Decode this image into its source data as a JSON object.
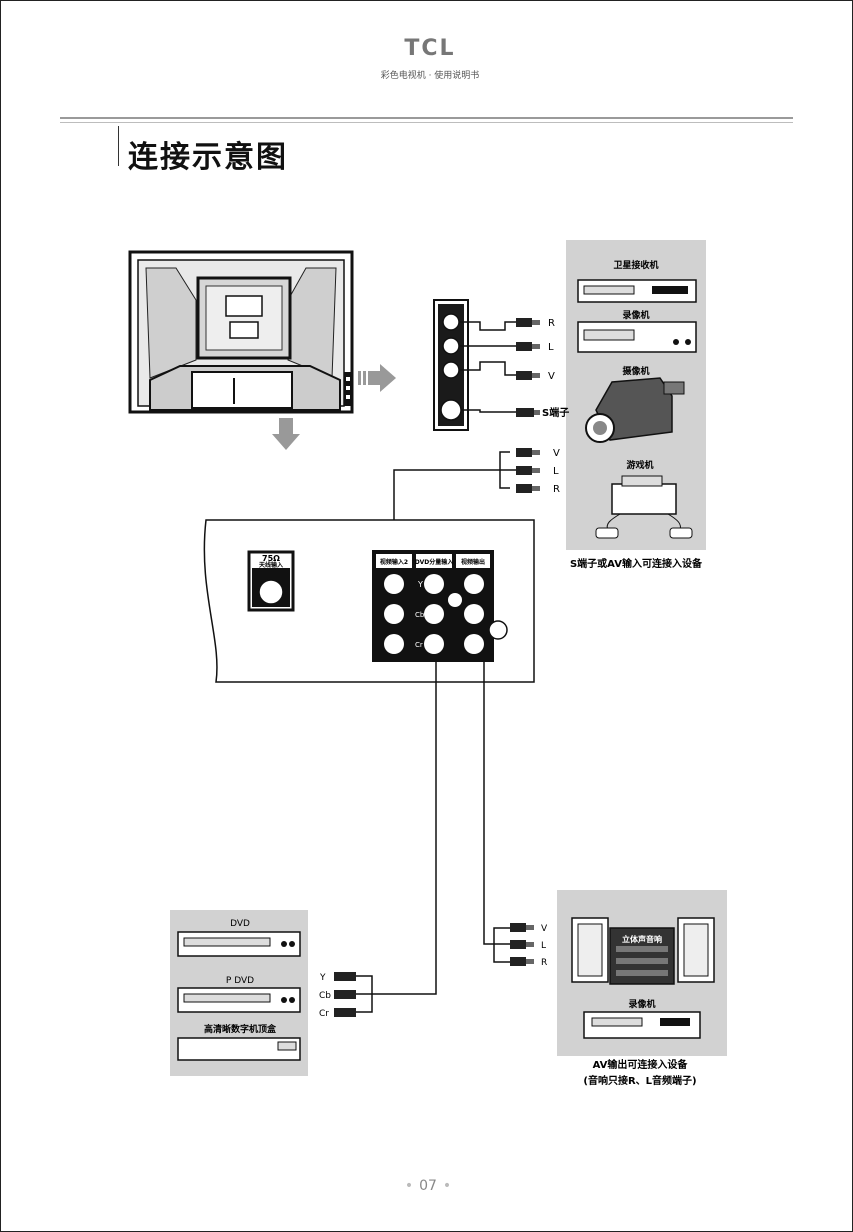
{
  "header": {
    "brand": "TCL",
    "subtitle": "彩色电视机 · 使用说明书"
  },
  "section_title": "连接示意图",
  "tv_panel": {
    "antenna_label_line1": "75Ω",
    "antenna_label_line2": "天线输入",
    "jack_group_1": "视频输入2",
    "jack_group_2": "DVD分量输入",
    "jack_group_3": "视频输出",
    "y_label": "Y",
    "cb_label": "Cb",
    "cr_label": "Cr"
  },
  "side_panel": {
    "r": "R",
    "l": "L",
    "v": "V",
    "s_label": "S端子"
  },
  "av_input_cables": {
    "v": "V",
    "l": "L",
    "r": "R"
  },
  "input_devices": {
    "items": [
      "卫星接收机",
      "录像机",
      "摄像机",
      "游戏机"
    ],
    "caption": "S端子或AV输入可连接入设备"
  },
  "dvd_devices": {
    "items": [
      "DVD",
      "P DVD",
      "高清晰数字机顶盒"
    ],
    "y": "Y",
    "cb": "Cb",
    "cr": "Cr"
  },
  "output_devices": {
    "items": [
      "立体声音响",
      "录像机"
    ],
    "v": "V",
    "l": "L",
    "r": "R",
    "caption_line1": "AV输出可连接入设备",
    "caption_line2": "(音响只接R、L音频端子)"
  },
  "footer": {
    "page_number": "07"
  }
}
